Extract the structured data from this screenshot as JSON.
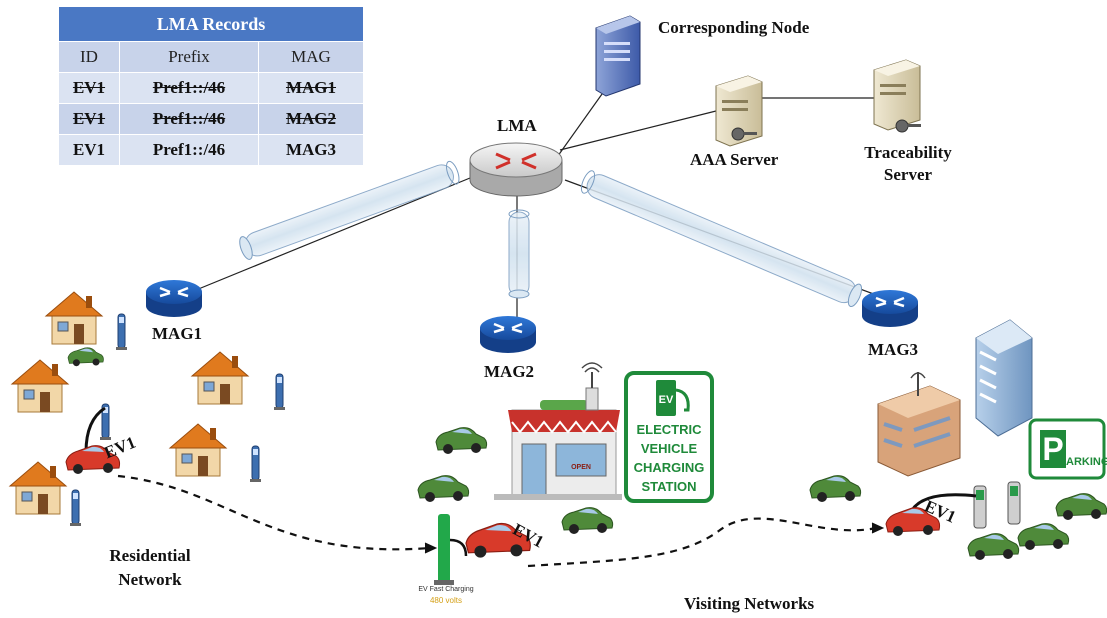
{
  "table": {
    "title": "LMA Records",
    "headers": [
      "ID",
      "Prefix",
      "MAG"
    ],
    "rows": [
      {
        "id": "EV1",
        "prefix": "Pref1::/46",
        "mag": "MAG1",
        "struck": true
      },
      {
        "id": "EV1",
        "prefix": "Pref1::/46",
        "mag": "MAG2",
        "struck": true
      },
      {
        "id": "EV1",
        "prefix": "Pref1::/46",
        "mag": "MAG3",
        "struck": false
      }
    ]
  },
  "nodes": {
    "corresponding_node": "Corresponding Node",
    "lma": "LMA",
    "aaa_server": "AAA Server",
    "traceability_server_line1": "Traceability",
    "traceability_server_line2": "Server",
    "mag1": "MAG1",
    "mag2": "MAG2",
    "mag3": "MAG3"
  },
  "vehicles": {
    "ev_home": "EV1",
    "ev_station": "EV1",
    "ev_parking": "EV1"
  },
  "areas": {
    "residential_line1": "Residential",
    "residential_line2": "Network",
    "visiting": "Visiting Networks"
  },
  "signs": {
    "ev_letters": "EV",
    "ev_sign_line1": "ELECTRIC",
    "ev_sign_line2": "VEHICLE",
    "ev_sign_line3": "CHARGING",
    "ev_sign_line4": "STATION",
    "parking_p": "P",
    "parking_rest": "ARKING",
    "charger_caption": "EV Fast Charging",
    "charger_volts": "480 volts",
    "shop_sign": "OPEN"
  },
  "colors": {
    "router_blue": "#1f5fbf",
    "car_green": "#4f8a3a",
    "car_red": "#d83a2a",
    "sign_green": "#1f8a3a"
  }
}
